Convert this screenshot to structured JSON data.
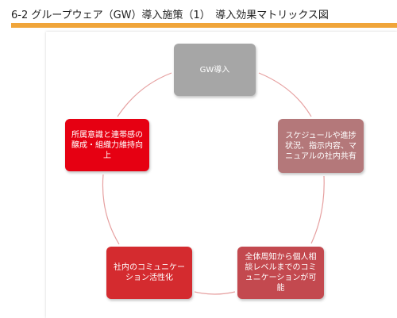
{
  "header": {
    "title": "6-2 グループウェア（GW）導入施策（1）　導入効果マトリックス図",
    "accent_color": "#f0a53a"
  },
  "diagram": {
    "nodes": [
      {
        "id": "gw",
        "label": "GW導入",
        "color": "#a6a6a6"
      },
      {
        "id": "schedule",
        "label": "スケジュールや進捗状況、指示内容、マニュアルの社内共有",
        "color": "#b4787a"
      },
      {
        "id": "comm_all",
        "label": "全体周知から個人相談レベルまでのコミュニケーションが可能",
        "color": "#c3494f"
      },
      {
        "id": "internal",
        "label": "社内のコミュニケーション活性化",
        "color": "#d42b2f"
      },
      {
        "id": "belong",
        "label": "所属意識と連帯感の醸成・組織力維持向上",
        "color": "#e60012"
      }
    ],
    "connector_color": "#e6a0a0"
  }
}
